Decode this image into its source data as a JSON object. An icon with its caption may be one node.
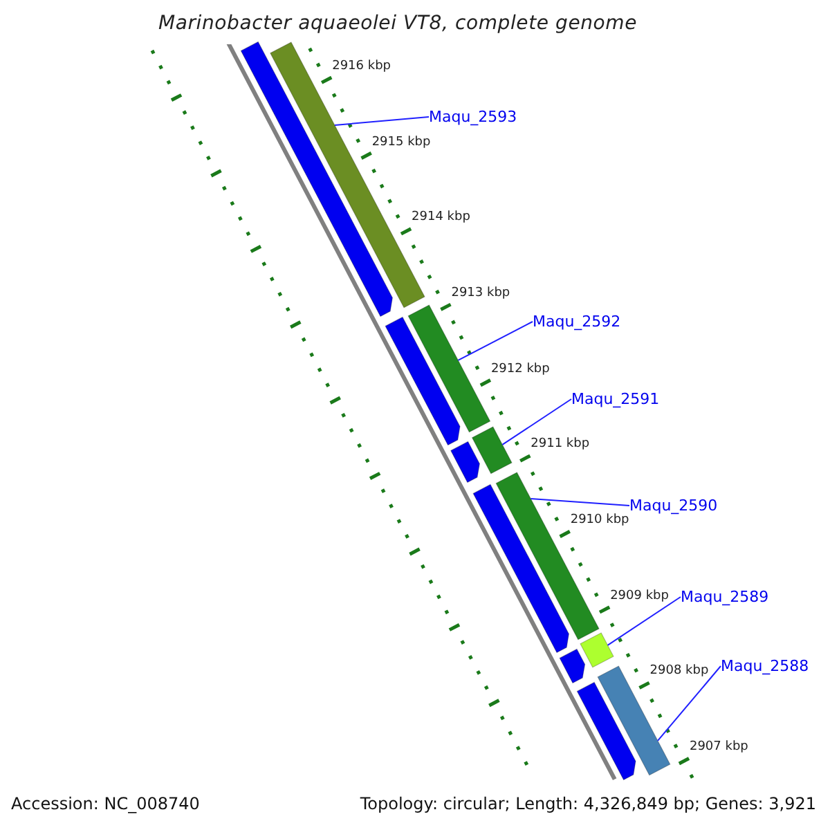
{
  "diagram": {
    "title": "Marinobacter aquaeolei VT8, complete genome",
    "nodes": [
      {
        "text": [
          "Maqu_2593"
        ]
      },
      {
        "text": [],
        "shape": "bar"
      },
      {
        "text": [
          "Maqu_2592"
        ]
      },
      {
        "text": [],
        "shape": "bar"
      },
      {
        "text": [
          "Maqu_2591"
        ]
      },
      {
        "text": [],
        "shape": "bar"
      },
      {
        "text": [
          "Maqu_2590"
        ]
      },
      {
        "text": [],
        "shape": "bar"
      },
      {
        "text": [
          "Maqu_2589"
        ]
      },
      {
        "text": [],
        "shape": "bar"
      },
      {
        "text": [
          "Maqu_2588"
        ]
      },
      {
        "text": [],
        "shape": "bar"
      },
      {
        "text": [],
        "shape": "pentagon"
      },
      {
        "text": [],
        "shape": "pentagon"
      },
      {
        "text": [],
        "shape": "pentagon"
      },
      {
        "text": [],
        "shape": "pentagon"
      },
      {
        "text": [],
        "shape": "pentagon"
      },
      {
        "text": [],
        "shape": "pentagon"
      }
    ],
    "edges": [
      {
        "from": 0,
        "to": 1,
        "arrow": "none"
      },
      {
        "from": 2,
        "to": 3,
        "arrow": "none"
      },
      {
        "from": 4,
        "to": 5,
        "arrow": "none"
      },
      {
        "from": 6,
        "to": 7,
        "arrow": "none"
      },
      {
        "from": 8,
        "to": 9,
        "arrow": "none"
      },
      {
        "from": 10,
        "to": 11,
        "arrow": "none"
      }
    ],
    "labels": [
      "2916 kbp",
      "2915 kbp",
      "2914 kbp",
      "2913 kbp",
      "2912 kbp",
      "2911 kbp",
      "2910 kbp",
      "2909 kbp",
      "2908 kbp",
      "2907 kbp",
      "Accession: NC_008740",
      "Topology: circular; Length: 4,326,849 bp; Genes: 3,921"
    ]
  }
}
